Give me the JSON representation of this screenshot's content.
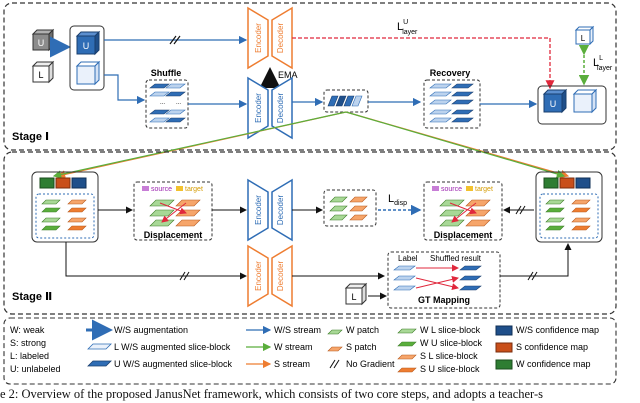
{
  "stage1": {
    "title": "Stage Ⅰ",
    "shuffle_label": "Shuffle",
    "recovery_label": "Recovery",
    "ema_label": "EMA",
    "encoder_label": "Encoder",
    "decoder_label": "Decoder",
    "cube_u": "U",
    "cube_l": "L",
    "loss_layer_u": "L",
    "loss_layer_u_sup": "U",
    "loss_layer_u_sub": "layer",
    "loss_layer_l": "L",
    "loss_layer_l_sup": "L",
    "loss_layer_l_sub": "layer"
  },
  "stage2": {
    "title": "Stage Ⅱ",
    "source_label": "source",
    "target_label": "target",
    "displacement_label": "Displacement",
    "encoder_label": "Encoder",
    "decoder_label": "Decoder",
    "loss_disp": "L",
    "loss_disp_sub": "disp",
    "gt_label_label": "Label",
    "gt_shuffled_label": "Shuffled result",
    "gt_mapping_label": "GT Mapping",
    "cube_l": "L"
  },
  "legend": {
    "abbrev": [
      "W: weak",
      "S: strong",
      "L: labeled",
      "U: unlabeled"
    ],
    "col2": [
      "W/S augmentation",
      "L W/S augmented slice-block",
      "U W/S augmented slice-block"
    ],
    "col3": [
      "W/S stream",
      "W stream",
      "S stream"
    ],
    "col4": [
      "W patch",
      "S patch",
      "No Gradient"
    ],
    "col5": [
      "W L slice-block",
      "W U slice-block",
      "S L slice-block",
      "S U slice-block"
    ],
    "col6": [
      "W/S confidence map",
      "S confidence map",
      "W confidence map"
    ]
  },
  "caption": "e 2: Overview of the proposed JanusNet framework, which consists of two core steps, and adopts a teacher-s",
  "colors": {
    "blue": "#2f6db5",
    "orange": "#ee7d31",
    "green": "#5aae3c",
    "red": "#e0283c",
    "dashed_border": "#333333"
  }
}
